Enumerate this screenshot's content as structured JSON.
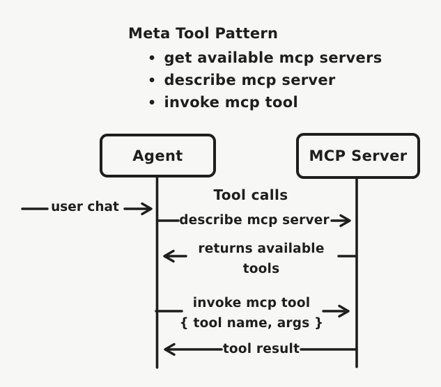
{
  "colors": {
    "background": "#f7f7f5",
    "ink": "#1e1e1e"
  },
  "header": {
    "title": "Meta Tool Pattern",
    "bullet_char": "•",
    "bullets": [
      "get available mcp servers",
      "describe mcp server",
      "invoke mcp tool"
    ]
  },
  "diagram": {
    "actors": [
      {
        "label": "Agent"
      },
      {
        "label": "MCP Server"
      }
    ],
    "section_label": "Tool calls",
    "incoming_message": {
      "label": "user chat",
      "from": "user",
      "to": "Agent"
    },
    "messages": [
      {
        "label": "describe mcp server",
        "from": "Agent",
        "to": "MCP Server"
      },
      {
        "label_lines": [
          "returns available",
          "tools"
        ],
        "from": "MCP Server",
        "to": "Agent"
      },
      {
        "label_lines": [
          "invoke mcp tool",
          "{ tool name, args }"
        ],
        "from": "Agent",
        "to": "MCP Server"
      },
      {
        "label": "tool result",
        "from": "MCP Server",
        "to": "Agent"
      }
    ]
  }
}
